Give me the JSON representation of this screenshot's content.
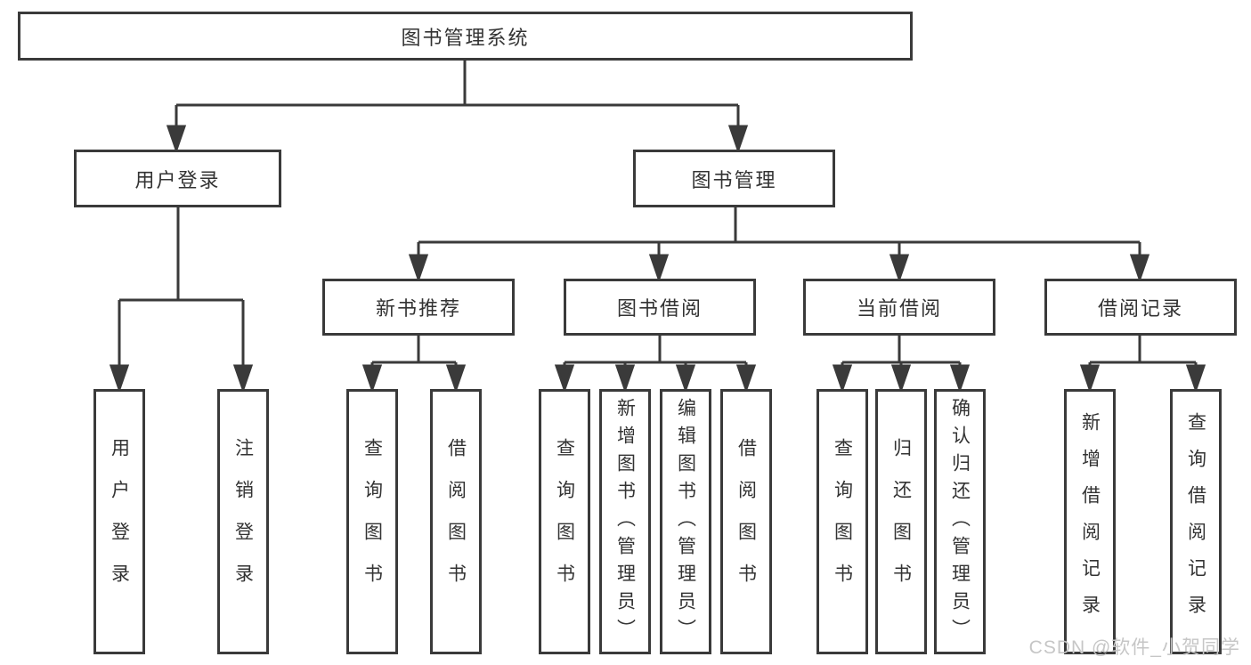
{
  "diagram": {
    "root": {
      "label": "图书管理系统"
    },
    "user_login": {
      "label": "用户登录",
      "children": [
        "用户登录",
        "注销登录"
      ]
    },
    "book_mgmt": {
      "label": "图书管理",
      "sections": [
        {
          "label": "新书推荐",
          "children": [
            "查询图书",
            "借阅图书"
          ]
        },
        {
          "label": "图书借阅",
          "children": [
            "查询图书",
            "新增图书（管理员）",
            "编辑图书（管理员）",
            "借阅图书"
          ]
        },
        {
          "label": "当前借阅",
          "children": [
            "查询图书",
            "归还图书",
            "确认归还（管理员）"
          ]
        },
        {
          "label": "借阅记录",
          "children": [
            "新增借阅记录",
            "查询借阅记录"
          ]
        }
      ]
    }
  },
  "watermark": "CSDN @软件_小贺同学",
  "colors": {
    "line": "#3a3a3a",
    "box_border": "#3a3a3a",
    "text": "#333333",
    "background": "#ffffff",
    "watermark": "#c6c6c6"
  }
}
